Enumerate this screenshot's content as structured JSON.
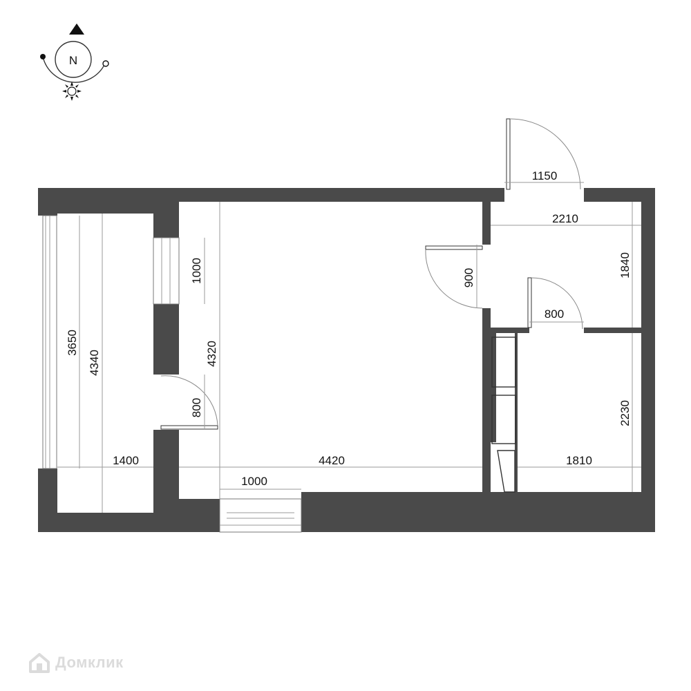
{
  "compass": {
    "north_label": "N"
  },
  "dimensions": {
    "entrance_door_width": "1150",
    "hall_width": "2210",
    "hall_depth": "1840",
    "living_door_width": "900",
    "bath_door_width": "800",
    "bath_depth": "2230",
    "bath_width": "1810",
    "balcony_window_width": "1000",
    "balcony_length_inner": "3650",
    "balcony_length_outer": "4340",
    "balcony_width": "1400",
    "balcony_door_width": "800",
    "room_depth": "4320",
    "room_width": "4420",
    "room_window_width": "1000"
  },
  "watermark": {
    "text": "Домклик"
  }
}
